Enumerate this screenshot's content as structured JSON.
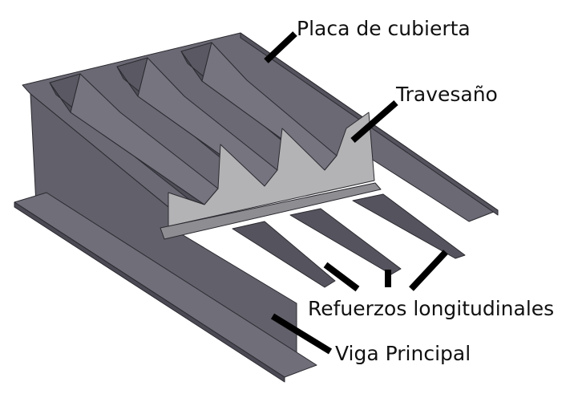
{
  "labels": {
    "deck_plate": "Placa de cubierta",
    "crossbeam": "Travesaño",
    "longitudinal_stiffeners": "Refuerzos longitudinales",
    "main_girder": "Viga Principal"
  },
  "colors": {
    "steel_face": "#65646e",
    "steel_dark": "#4f4e58",
    "steel_light": "#7a7984",
    "crossbeam_web": "#b3b3b5",
    "crossbeam_flange": "#8d8d92",
    "leader": "#000000",
    "text": "#111111"
  }
}
